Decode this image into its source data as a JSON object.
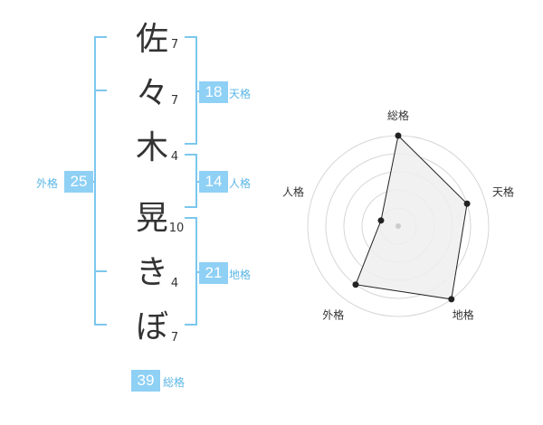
{
  "name": {
    "characters": [
      {
        "char": "佐",
        "strokes": "7"
      },
      {
        "char": "々",
        "strokes": "7"
      },
      {
        "char": "木",
        "strokes": "4"
      },
      {
        "char": "晃",
        "strokes": "10"
      },
      {
        "char": "き",
        "strokes": "4"
      },
      {
        "char": "ぼ",
        "strokes": "7"
      }
    ]
  },
  "fortune": {
    "tenkaku": {
      "label": "天格",
      "value": "18"
    },
    "jinkaku": {
      "label": "人格",
      "value": "14"
    },
    "chikaku": {
      "label": "地格",
      "value": "21"
    },
    "gaikaku": {
      "label": "外格",
      "value": "25"
    },
    "soukaku": {
      "label": "総格",
      "value": "39"
    }
  },
  "colors": {
    "accent": "#8fd0f5",
    "bracket": "#7cc7ee",
    "label": "#5ab6e6"
  },
  "chart_data": {
    "type": "radar",
    "axes": [
      "総格",
      "天格",
      "地格",
      "外格",
      "人格"
    ],
    "series": [
      {
        "values": [
          5,
          4,
          5,
          4,
          1
        ]
      }
    ],
    "range": [
      0,
      5
    ],
    "rings": 5
  }
}
